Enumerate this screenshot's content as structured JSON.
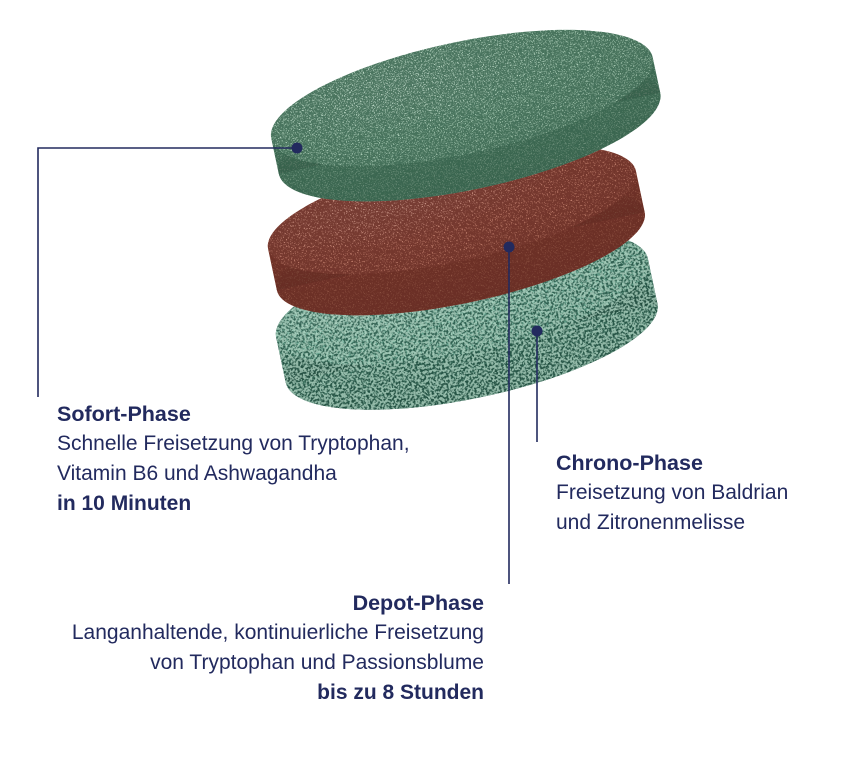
{
  "colors": {
    "background": "#ffffff",
    "navy": "#222a5e",
    "tablet_sofort_face": "#a9ceb6",
    "tablet_sofort_side": "#8cb69c",
    "tablet_sofort_speckle": "#2f5b45",
    "tablet_depot_face": "#c9806c",
    "tablet_depot_side": "#b16955",
    "tablet_depot_speckle": "#662b21",
    "tablet_chrono_face": "#5fa18b",
    "tablet_chrono_side": "#4b8a75",
    "tablet_chrono_speckle": "#1f4a3a",
    "tablet_chrono_speckle_light": "#c2e5d3"
  },
  "annotations": {
    "sofort": {
      "title": "Sofort-Phase",
      "line1": "Schnelle Freisetzung von Tryptophan,",
      "line2": "Vitamin B6 und Ashwagandha",
      "emphasis": "in 10 Minuten"
    },
    "chrono": {
      "title": "Chrono-Phase",
      "line1": "Freisetzung von Baldrian",
      "line2": "und Zitronenmelisse"
    },
    "depot": {
      "title": "Depot-Phase",
      "line1": "Langanhaltende, kontinuierliche Freisetzung",
      "line2": "von Tryptophan und Passionsblume",
      "emphasis": "bis zu 8 Stunden"
    }
  }
}
